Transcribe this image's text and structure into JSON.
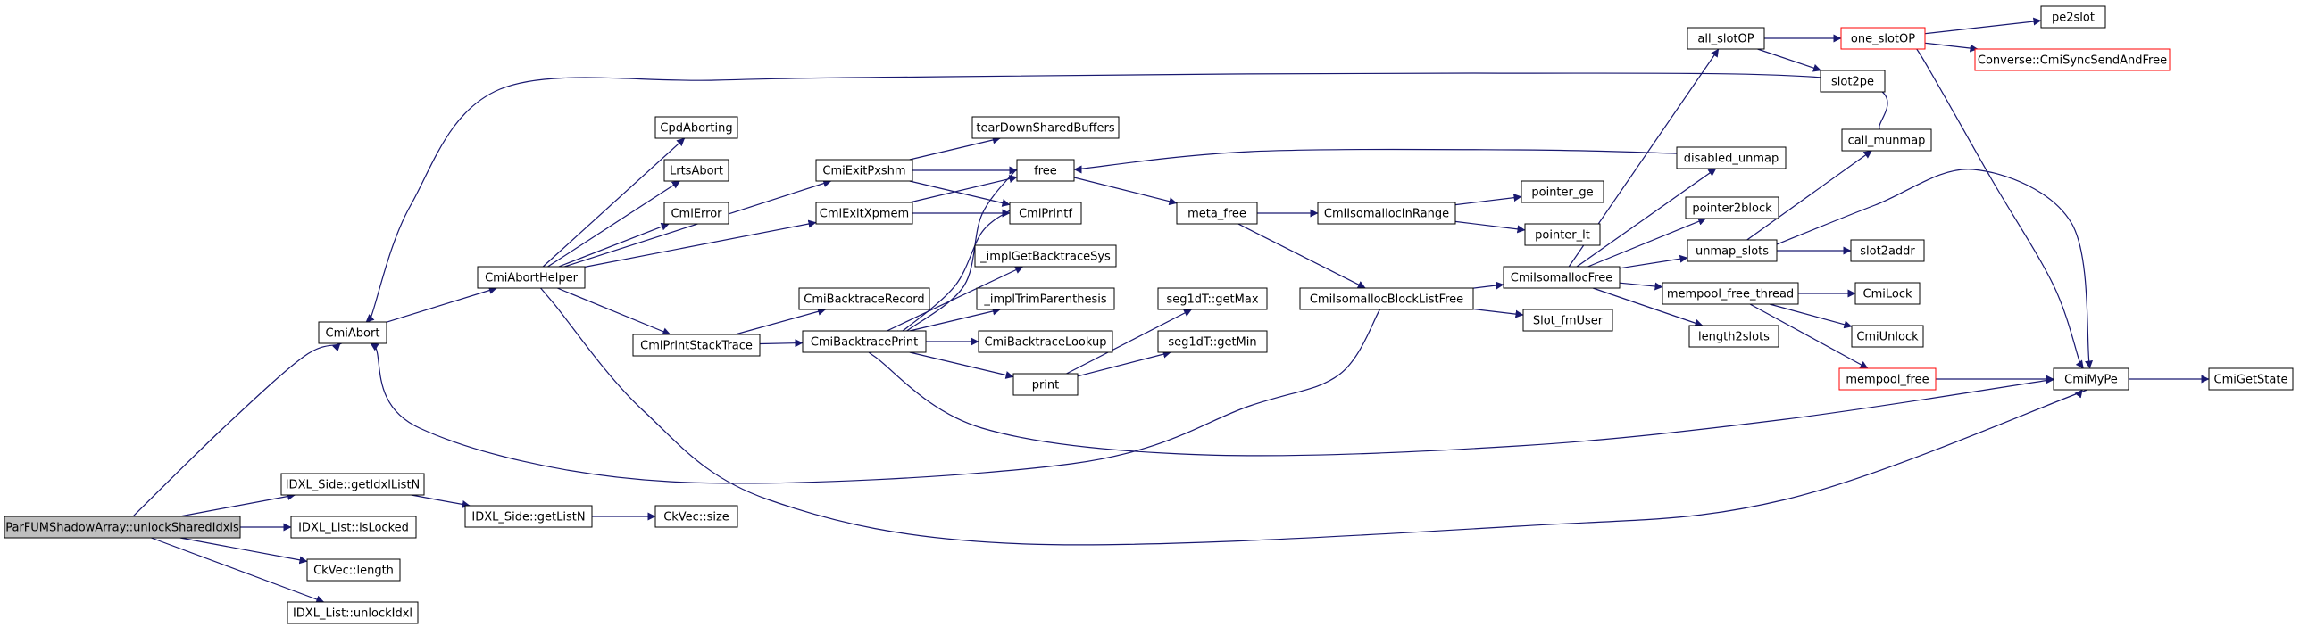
{
  "nodes": [
    {
      "id": "root",
      "label": "ParFUMShadowArray::unlockSharedIdxls",
      "style": "root"
    },
    {
      "id": "idxl_side_getidxllistn",
      "label": "IDXL_Side::getIdxlListN",
      "style": "normal"
    },
    {
      "id": "idxl_list_islocked",
      "label": "IDXL_List::isLocked",
      "style": "normal"
    },
    {
      "id": "ckvec_length",
      "label": "CkVec::length",
      "style": "normal"
    },
    {
      "id": "idxl_list_unlockidxl",
      "label": "IDXL_List::unlockIdxl",
      "style": "normal"
    },
    {
      "id": "idxl_side_getlistn",
      "label": "IDXL_Side::getListN",
      "style": "normal"
    },
    {
      "id": "ckvec_size",
      "label": "CkVec::size",
      "style": "normal"
    },
    {
      "id": "cmiabort",
      "label": "CmiAbort",
      "style": "normal"
    },
    {
      "id": "cmiaborthelper",
      "label": "CmiAbortHelper",
      "style": "normal"
    },
    {
      "id": "cpdaborting",
      "label": "CpdAborting",
      "style": "normal"
    },
    {
      "id": "lrtsabort",
      "label": "LrtsAbort",
      "style": "normal"
    },
    {
      "id": "cmierror",
      "label": "CmiError",
      "style": "normal"
    },
    {
      "id": "cmiexitpxshm",
      "label": "CmiExitPxshm",
      "style": "normal"
    },
    {
      "id": "cmiexitxpmem",
      "label": "CmiExitXpmem",
      "style": "normal"
    },
    {
      "id": "cmiprintstacktrace",
      "label": "CmiPrintStackTrace",
      "style": "normal"
    },
    {
      "id": "teardownsharedbuffers",
      "label": "tearDownSharedBuffers",
      "style": "normal"
    },
    {
      "id": "free",
      "label": "free",
      "style": "normal"
    },
    {
      "id": "cmiprintf",
      "label": "CmiPrintf",
      "style": "normal"
    },
    {
      "id": "implgetbacktracesys",
      "label": "_implGetBacktraceSys",
      "style": "normal"
    },
    {
      "id": "impltrimparenthesis",
      "label": "_implTrimParenthesis",
      "style": "normal"
    },
    {
      "id": "cmibacktracerecord",
      "label": "CmiBacktraceRecord",
      "style": "normal"
    },
    {
      "id": "cmibacktraceprint",
      "label": "CmiBacktracePrint",
      "style": "normal"
    },
    {
      "id": "cmibacktracelookup",
      "label": "CmiBacktraceLookup",
      "style": "normal"
    },
    {
      "id": "print",
      "label": "print",
      "style": "normal"
    },
    {
      "id": "seg1dt_getmax",
      "label": "seg1dT::getMax",
      "style": "normal"
    },
    {
      "id": "seg1dt_getmin",
      "label": "seg1dT::getMin",
      "style": "normal"
    },
    {
      "id": "meta_free",
      "label": "meta_free",
      "style": "normal"
    },
    {
      "id": "cmiisomallocinrange",
      "label": "CmiIsomallocInRange",
      "style": "normal"
    },
    {
      "id": "pointer_ge",
      "label": "pointer_ge",
      "style": "normal"
    },
    {
      "id": "pointer_lt",
      "label": "pointer_lt",
      "style": "normal"
    },
    {
      "id": "cmiisomallocblocklistfree",
      "label": "CmiIsomallocBlockListFree",
      "style": "normal"
    },
    {
      "id": "cmiisomallocfree",
      "label": "CmiIsomallocFree",
      "style": "normal"
    },
    {
      "id": "slot_fmuser",
      "label": "Slot_fmUser",
      "style": "normal"
    },
    {
      "id": "all_slotop",
      "label": "all_slotOP",
      "style": "normal"
    },
    {
      "id": "one_slotop",
      "label": "one_slotOP",
      "style": "red"
    },
    {
      "id": "pe2slot",
      "label": "pe2slot",
      "style": "normal"
    },
    {
      "id": "converse_cmisyncsendandfree",
      "label": "Converse::CmiSyncSendAndFree",
      "style": "red"
    },
    {
      "id": "slot2pe",
      "label": "slot2pe",
      "style": "normal"
    },
    {
      "id": "disabled_unmap",
      "label": "disabled_unmap",
      "style": "normal"
    },
    {
      "id": "call_munmap",
      "label": "call_munmap",
      "style": "normal"
    },
    {
      "id": "pointer2block",
      "label": "pointer2block",
      "style": "normal"
    },
    {
      "id": "unmap_slots",
      "label": "unmap_slots",
      "style": "normal"
    },
    {
      "id": "slot2addr",
      "label": "slot2addr",
      "style": "normal"
    },
    {
      "id": "mempool_free_thread",
      "label": "mempool_free_thread",
      "style": "normal"
    },
    {
      "id": "cmilock",
      "label": "CmiLock",
      "style": "normal"
    },
    {
      "id": "cmiunlock",
      "label": "CmiUnlock",
      "style": "normal"
    },
    {
      "id": "length2slots",
      "label": "length2slots",
      "style": "normal"
    },
    {
      "id": "mempool_free",
      "label": "mempool_free",
      "style": "red"
    },
    {
      "id": "cmimype",
      "label": "CmiMyPe",
      "style": "normal"
    },
    {
      "id": "cmigetstate",
      "label": "CmiGetState",
      "style": "normal"
    }
  ],
  "edges": [
    [
      "root",
      "idxl_side_getidxllistn"
    ],
    [
      "root",
      "idxl_list_islocked"
    ],
    [
      "root",
      "ckvec_length"
    ],
    [
      "root",
      "idxl_list_unlockidxl"
    ],
    [
      "root",
      "cmiabort"
    ],
    [
      "idxl_side_getidxllistn",
      "idxl_side_getlistn"
    ],
    [
      "idxl_side_getlistn",
      "ckvec_size"
    ],
    [
      "cmiabort",
      "cmiaborthelper"
    ],
    [
      "cmiaborthelper",
      "cpdaborting"
    ],
    [
      "cmiaborthelper",
      "lrtsabort"
    ],
    [
      "cmiaborthelper",
      "cmierror"
    ],
    [
      "cmiaborthelper",
      "cmiexitpxshm"
    ],
    [
      "cmiaborthelper",
      "cmiexitxpmem"
    ],
    [
      "cmiaborthelper",
      "cmiprintstacktrace"
    ],
    [
      "cmiaborthelper",
      "cmimype"
    ],
    [
      "cmiexitpxshm",
      "teardownsharedbuffers"
    ],
    [
      "cmiexitpxshm",
      "free"
    ],
    [
      "cmiexitpxshm",
      "cmiprintf"
    ],
    [
      "cmiexitxpmem",
      "free"
    ],
    [
      "cmiexitxpmem",
      "cmiprintf"
    ],
    [
      "cmiprintstacktrace",
      "cmibacktracerecord"
    ],
    [
      "cmiprintstacktrace",
      "cmibacktraceprint"
    ],
    [
      "cmibacktraceprint",
      "free"
    ],
    [
      "cmibacktraceprint",
      "cmiprintf"
    ],
    [
      "cmibacktraceprint",
      "implgetbacktracesys"
    ],
    [
      "cmibacktraceprint",
      "impltrimparenthesis"
    ],
    [
      "cmibacktraceprint",
      "cmibacktracelookup"
    ],
    [
      "cmibacktraceprint",
      "print"
    ],
    [
      "cmibacktraceprint",
      "cmimype"
    ],
    [
      "print",
      "seg1dt_getmax"
    ],
    [
      "print",
      "seg1dt_getmin"
    ],
    [
      "free",
      "meta_free"
    ],
    [
      "meta_free",
      "cmiisomallocinrange"
    ],
    [
      "meta_free",
      "cmiisomallocblocklistfree"
    ],
    [
      "cmiisomallocinrange",
      "pointer_ge"
    ],
    [
      "cmiisomallocinrange",
      "pointer_lt"
    ],
    [
      "cmiisomallocblocklistfree",
      "cmiisomallocfree"
    ],
    [
      "cmiisomallocblocklistfree",
      "slot_fmuser"
    ],
    [
      "cmiisomallocblocklistfree",
      "cmiabort"
    ],
    [
      "cmiisomallocfree",
      "all_slotop"
    ],
    [
      "cmiisomallocfree",
      "disabled_unmap"
    ],
    [
      "cmiisomallocfree",
      "pointer2block"
    ],
    [
      "cmiisomallocfree",
      "unmap_slots"
    ],
    [
      "cmiisomallocfree",
      "mempool_free_thread"
    ],
    [
      "cmiisomallocfree",
      "length2slots"
    ],
    [
      "all_slotop",
      "one_slotop"
    ],
    [
      "all_slotop",
      "slot2pe"
    ],
    [
      "one_slotop",
      "pe2slot"
    ],
    [
      "one_slotop",
      "converse_cmisyncsendandfree"
    ],
    [
      "one_slotop",
      "cmimype"
    ],
    [
      "disabled_unmap",
      "free"
    ],
    [
      "call_munmap",
      "cmiabort"
    ],
    [
      "unmap_slots",
      "call_munmap"
    ],
    [
      "unmap_slots",
      "slot2addr"
    ],
    [
      "unmap_slots",
      "cmimype"
    ],
    [
      "mempool_free_thread",
      "cmilock"
    ],
    [
      "mempool_free_thread",
      "cmiunlock"
    ],
    [
      "mempool_free_thread",
      "mempool_free"
    ],
    [
      "mempool_free",
      "cmimype"
    ],
    [
      "cmimype",
      "cmigetstate"
    ]
  ]
}
